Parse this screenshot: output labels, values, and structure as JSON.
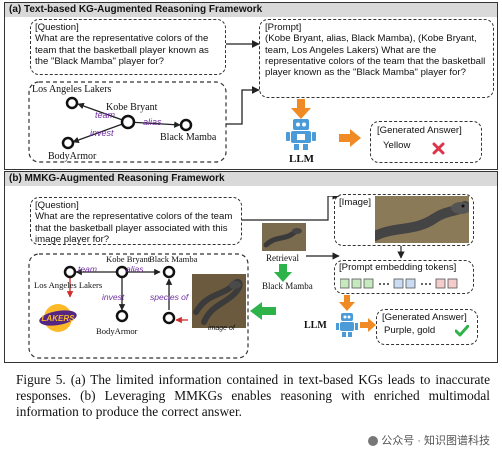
{
  "panel_a": {
    "title": "(a) Text-based KG-Augmented Reasoning Framework",
    "question_label": "[Question]",
    "question_text": "What are the representative colors of the team that the basketball player known as the \"Black Mamba\" player for?",
    "nodes": {
      "lakers": "Los Angeles Lakers",
      "kobe": "Kobe Bryant",
      "black_mamba": "Black Mamba",
      "bodyarmor": "BodyArmor"
    },
    "edges": {
      "team": "team",
      "alias": "alias",
      "invest": "invest"
    },
    "prompt_label": "[Prompt]",
    "prompt_text": "(Kobe Bryant, alias, Black Mamba), (Kobe Bryant, team, Los Angeles Lakers) What are the representative colors of the team that the basketball player known as the \"Black Mamba\" player for?",
    "llm_label": "LLM",
    "answer_label": "[Generated Answer]",
    "answer_text": "Yellow"
  },
  "panel_b": {
    "title": "(b) MMKG-Augmented Reasoning Framework",
    "question_label": "[Question]",
    "question_text": "What are the representative colors of the team that the basketball player associated with this image player for?",
    "nodes": {
      "kobe": "Kobe Bryant",
      "black_mamba": "Black Mamba",
      "lakers": "Los Angeles Lakers",
      "bodyarmor": "BodyArmor"
    },
    "edges": {
      "team": "team",
      "alias": "alias",
      "invest": "invest",
      "species_of": "species of",
      "image_of": "image of"
    },
    "retrieval_label": "Retrieval",
    "retrieved_node": "Black Mamba",
    "image_label": "[Image]",
    "embedding_label": "[Prompt embedding tokens]",
    "llm_label": "LLM",
    "answer_label": "[Generated Answer]",
    "answer_text": "Purple, gold",
    "lakers_logo_text": "LAKERS"
  },
  "caption": "Figure 5. (a) The limited information contained in text-based KGs leads to inaccurate responses. (b) Leveraging MMKGs enables reasoning with enriched multimodal information to produce the correct answer.",
  "watermark": "公众号 · 知识图谱科技",
  "colors": {
    "edge_label": "#7030a0",
    "arrow": "#f08a24",
    "green_arrow": "#2db34a",
    "cross": "#e0334a",
    "check": "#2db34a",
    "robot": "#4a9bd8"
  }
}
